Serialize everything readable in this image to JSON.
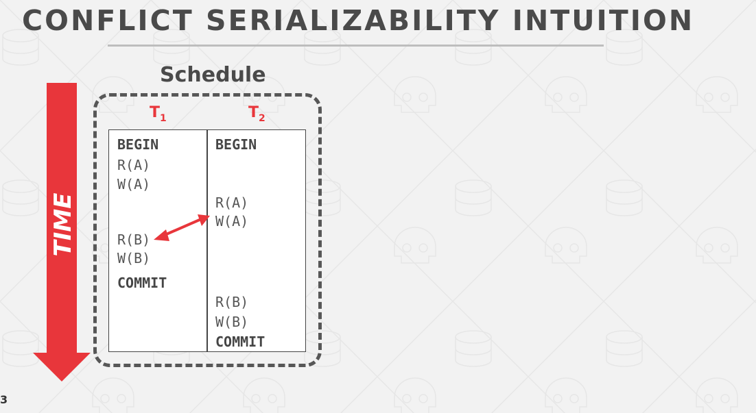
{
  "title": "CONFLICT SERIALIZABILITY INTUITION",
  "schedule_label": "Schedule",
  "transactions": [
    {
      "letter": "T",
      "sub": "1"
    },
    {
      "letter": "T",
      "sub": "2"
    }
  ],
  "t1_ops": [
    "BEGIN",
    "R(A)",
    "W(A)",
    "R(B)",
    "W(B)",
    "COMMIT"
  ],
  "t2_ops": [
    "BEGIN",
    "R(A)",
    "W(A)",
    "R(B)",
    "W(B)",
    "COMMIT"
  ],
  "time_label": "TIME",
  "slide_number": "3",
  "colors": {
    "accent": "#e8363b",
    "title": "#4a4a4a",
    "background": "#f2f2f2",
    "box_border": "#575757"
  },
  "icons": [
    "database-icon",
    "skull-icon"
  ]
}
